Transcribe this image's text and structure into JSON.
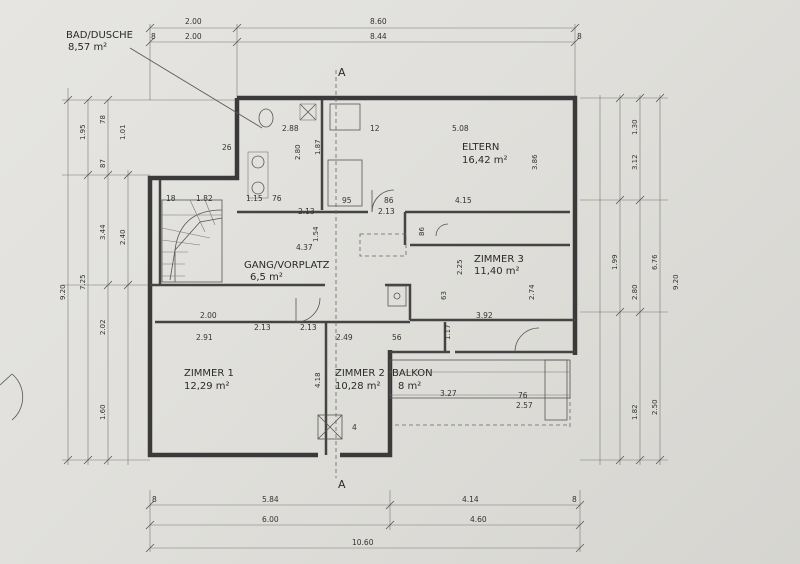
{
  "rooms": {
    "bath": {
      "name": "BAD/DUSCHE",
      "area": "8,57 m²"
    },
    "parents": {
      "name": "ELTERN",
      "area": "16,42 m²"
    },
    "hall": {
      "name": "GANG/VORPLATZ",
      "area": "6,5 m²"
    },
    "room3": {
      "name": "ZIMMER 3",
      "area": "11,40 m²"
    },
    "room1": {
      "name": "ZIMMER 1",
      "area": "12,29 m²"
    },
    "room2": {
      "name": "ZIMMER 2",
      "area": "10,28 m²"
    },
    "balcony": {
      "name": "BALKON",
      "area": "8 m²"
    }
  },
  "section": {
    "mark": "A"
  },
  "dims_top": [
    {
      "id": "t1",
      "text": "2.00"
    },
    {
      "id": "t2",
      "text": "8.60"
    },
    {
      "id": "t3",
      "text": "2.00"
    },
    {
      "id": "t4",
      "text": "8.44"
    },
    {
      "id": "t5",
      "text": "8"
    },
    {
      "id": "t6",
      "text": "8"
    }
  ],
  "dims_bottom": [
    {
      "id": "b1",
      "text": "5.84"
    },
    {
      "id": "b2",
      "text": "4.14"
    },
    {
      "id": "b3",
      "text": "6.00"
    },
    {
      "id": "b4",
      "text": "4.60"
    },
    {
      "id": "b5",
      "text": "10.60"
    },
    {
      "id": "b6",
      "text": "8"
    },
    {
      "id": "b7",
      "text": "8"
    }
  ],
  "dims_left": [
    {
      "id": "l1",
      "text": "1.95"
    },
    {
      "id": "l2",
      "text": "7.25"
    },
    {
      "id": "l3",
      "text": "9.20"
    },
    {
      "id": "l4",
      "text": "3.44"
    },
    {
      "id": "l5",
      "text": "2.40"
    },
    {
      "id": "l6",
      "text": "1.60"
    },
    {
      "id": "l7",
      "text": "1.01"
    },
    {
      "id": "l8",
      "text": "78"
    },
    {
      "id": "l9",
      "text": "87"
    },
    {
      "id": "l10",
      "text": "2.02"
    }
  ],
  "dims_right": [
    {
      "id": "r1",
      "text": "9.20"
    },
    {
      "id": "r2",
      "text": "3.12"
    },
    {
      "id": "r3",
      "text": "1.99"
    },
    {
      "id": "r4",
      "text": "2.80"
    },
    {
      "id": "r5",
      "text": "2.50"
    },
    {
      "id": "r6",
      "text": "1.82"
    },
    {
      "id": "r7",
      "text": "1.30"
    },
    {
      "id": "r8",
      "text": "6.76"
    }
  ],
  "dims_inner": [
    {
      "id": "i1",
      "text": "2.88"
    },
    {
      "id": "i2",
      "text": "2.80"
    },
    {
      "id": "i3",
      "text": "1.87"
    },
    {
      "id": "i4",
      "text": "5.08"
    },
    {
      "id": "i5",
      "text": "3.86"
    },
    {
      "id": "i6",
      "text": "1.82"
    },
    {
      "id": "i7",
      "text": "1.15"
    },
    {
      "id": "i8",
      "text": "76"
    },
    {
      "id": "i9",
      "text": "95"
    },
    {
      "id": "i10",
      "text": "86"
    },
    {
      "id": "i11",
      "text": "2.13"
    },
    {
      "id": "i12",
      "text": "2.13"
    },
    {
      "id": "i13",
      "text": "4.15"
    },
    {
      "id": "i14",
      "text": "4.37"
    },
    {
      "id": "i15",
      "text": "1.54"
    },
    {
      "id": "i16",
      "text": "86"
    },
    {
      "id": "i17",
      "text": "2.74"
    },
    {
      "id": "i18",
      "text": "3.92"
    },
    {
      "id": "i19",
      "text": "2.00"
    },
    {
      "id": "i20",
      "text": "2.13"
    },
    {
      "id": "i21",
      "text": "2.13"
    },
    {
      "id": "i22",
      "text": "2.91"
    },
    {
      "id": "i23",
      "text": "2.49"
    },
    {
      "id": "i24",
      "text": "56"
    },
    {
      "id": "i25",
      "text": "4.18"
    },
    {
      "id": "i26",
      "text": "3.27"
    },
    {
      "id": "i27",
      "text": "2.57"
    },
    {
      "id": "i28",
      "text": "76"
    },
    {
      "id": "i29",
      "text": "1.17"
    },
    {
      "id": "i30",
      "text": "63"
    },
    {
      "id": "i31",
      "text": "2.25"
    },
    {
      "id": "i32",
      "text": "18"
    },
    {
      "id": "i33",
      "text": "12"
    },
    {
      "id": "i34",
      "text": "26"
    },
    {
      "id": "i35",
      "text": "4"
    }
  ]
}
